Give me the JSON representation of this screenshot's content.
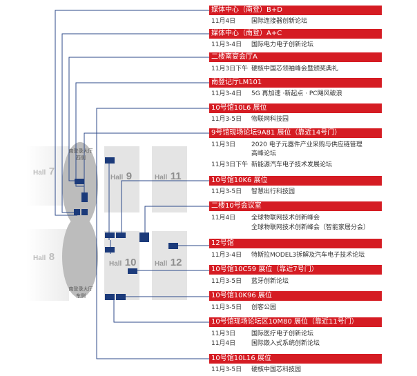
{
  "halls": {
    "hall7": {
      "word": "Hall",
      "num": "7"
    },
    "hall8": {
      "word": "Hall",
      "num": "8"
    },
    "hall9": {
      "word": "Hall",
      "num": "9"
    },
    "hall10": {
      "word": "Hall",
      "num": "10"
    },
    "hall11": {
      "word": "Hall",
      "num": "11"
    },
    "hall12": {
      "word": "Hall",
      "num": "12"
    },
    "lobby_west": [
      "南登录大厅",
      "西侧"
    ],
    "lobby_east": [
      "南登录大厅",
      "东侧"
    ]
  },
  "colors": {
    "header": "#d51c23",
    "marker": "#1b3a7a",
    "line": "#2d4a8a",
    "hall": "#e4e4e4"
  },
  "venues": [
    {
      "title": "媒体中心（南登）B+D",
      "events": [
        {
          "date": "11月4日",
          "name": "国际连接器创新论坛"
        }
      ]
    },
    {
      "title": "媒体中心（南登）A+C",
      "events": [
        {
          "date": "11月3-4日",
          "name": "国际电力电子创新论坛"
        }
      ]
    },
    {
      "title": "二楼南宴会厅A",
      "events": [
        {
          "date": "11月3日下午",
          "name": "硬核中国芯领袖峰会暨颁奖典礼"
        }
      ]
    },
    {
      "title": "南登记厅LM101",
      "events": [
        {
          "date": "11月3-4日",
          "name": "5G 再加速 ·新起点 · PC飓风破浪"
        }
      ]
    },
    {
      "title": "10号馆10L6 展位",
      "events": [
        {
          "date": "11月3-5日",
          "name": "物联网科技园"
        }
      ]
    },
    {
      "title": "9号馆现场论坛9A81 展位（靠近14号门）",
      "events": [
        {
          "date": "11月3日",
          "name": "2020 电子元器件产业采购与供应链管理"
        },
        {
          "date": "",
          "name": "高峰论坛"
        },
        {
          "date": "11月3日下午",
          "name": "新能源汽车电子技术发展论坛"
        }
      ]
    },
    {
      "title": "10号馆10K6 展位",
      "events": [
        {
          "date": "11月3-5日",
          "name": "智慧出行科技园"
        }
      ]
    },
    {
      "title": "二楼10号会议室",
      "events": [
        {
          "date": "11月4日",
          "name": "全球物联网技术创新峰会"
        },
        {
          "date": "",
          "name": "全球物联网技术创新峰会（智能家居分会）"
        }
      ]
    },
    {
      "title": "12号馆",
      "events": [
        {
          "date": "11月3-4日",
          "name": "特斯拉MODEL3拆解及汽车电子技术论坛"
        }
      ]
    },
    {
      "title": "10号馆10C59 展位（靠近7号门）",
      "events": [
        {
          "date": "11月3-5日",
          "name": "蓝牙创新论坛"
        }
      ]
    },
    {
      "title": "10号馆10K96 展位",
      "events": [
        {
          "date": "11月3-5日",
          "name": "创客公园"
        }
      ]
    },
    {
      "title": "10号馆现场论坛区10M80 展位（靠近11号门）",
      "events": [
        {
          "date": "11月3日",
          "name": "国际医疗电子创新论坛"
        },
        {
          "date": "11月4日",
          "name": "国际嵌入式系统创新论坛"
        }
      ]
    },
    {
      "title": "10号馆10L16 展位",
      "events": [
        {
          "date": "11月3-5日",
          "name": "硬核中国芯科技园"
        }
      ]
    }
  ]
}
